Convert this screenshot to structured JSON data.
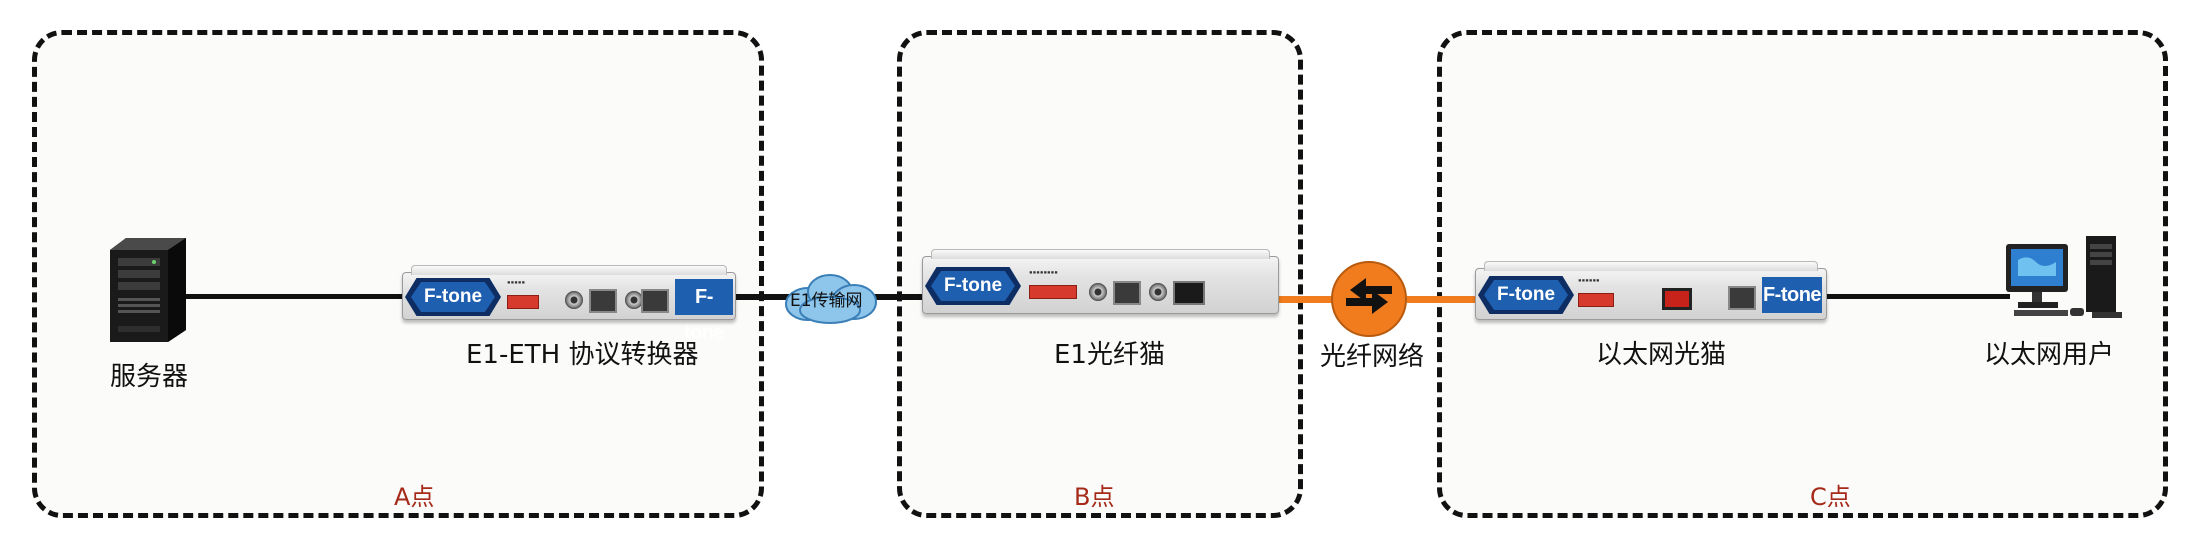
{
  "zones": [
    {
      "id": "a",
      "label": "A点"
    },
    {
      "id": "b",
      "label": "B点"
    },
    {
      "id": "c",
      "label": "C点"
    }
  ],
  "nodes": {
    "server": "服务器",
    "converter": "E1-ETH 协议转换器",
    "e1_modem": "E1光纤猫",
    "fiber_network": "光纤网络",
    "eth_modem": "以太网光猫",
    "eth_user": "以太网用户"
  },
  "cloud_label": "E1传输网",
  "brand": "F-tone",
  "colors": {
    "zone_label": "#a52a1a",
    "copper_link": "#111111",
    "fiber_link": "#f07c1e",
    "brand_blue": "#1e5fb0",
    "cloud": "#8ec5ea",
    "fiber_hub": "#f07c1e"
  }
}
